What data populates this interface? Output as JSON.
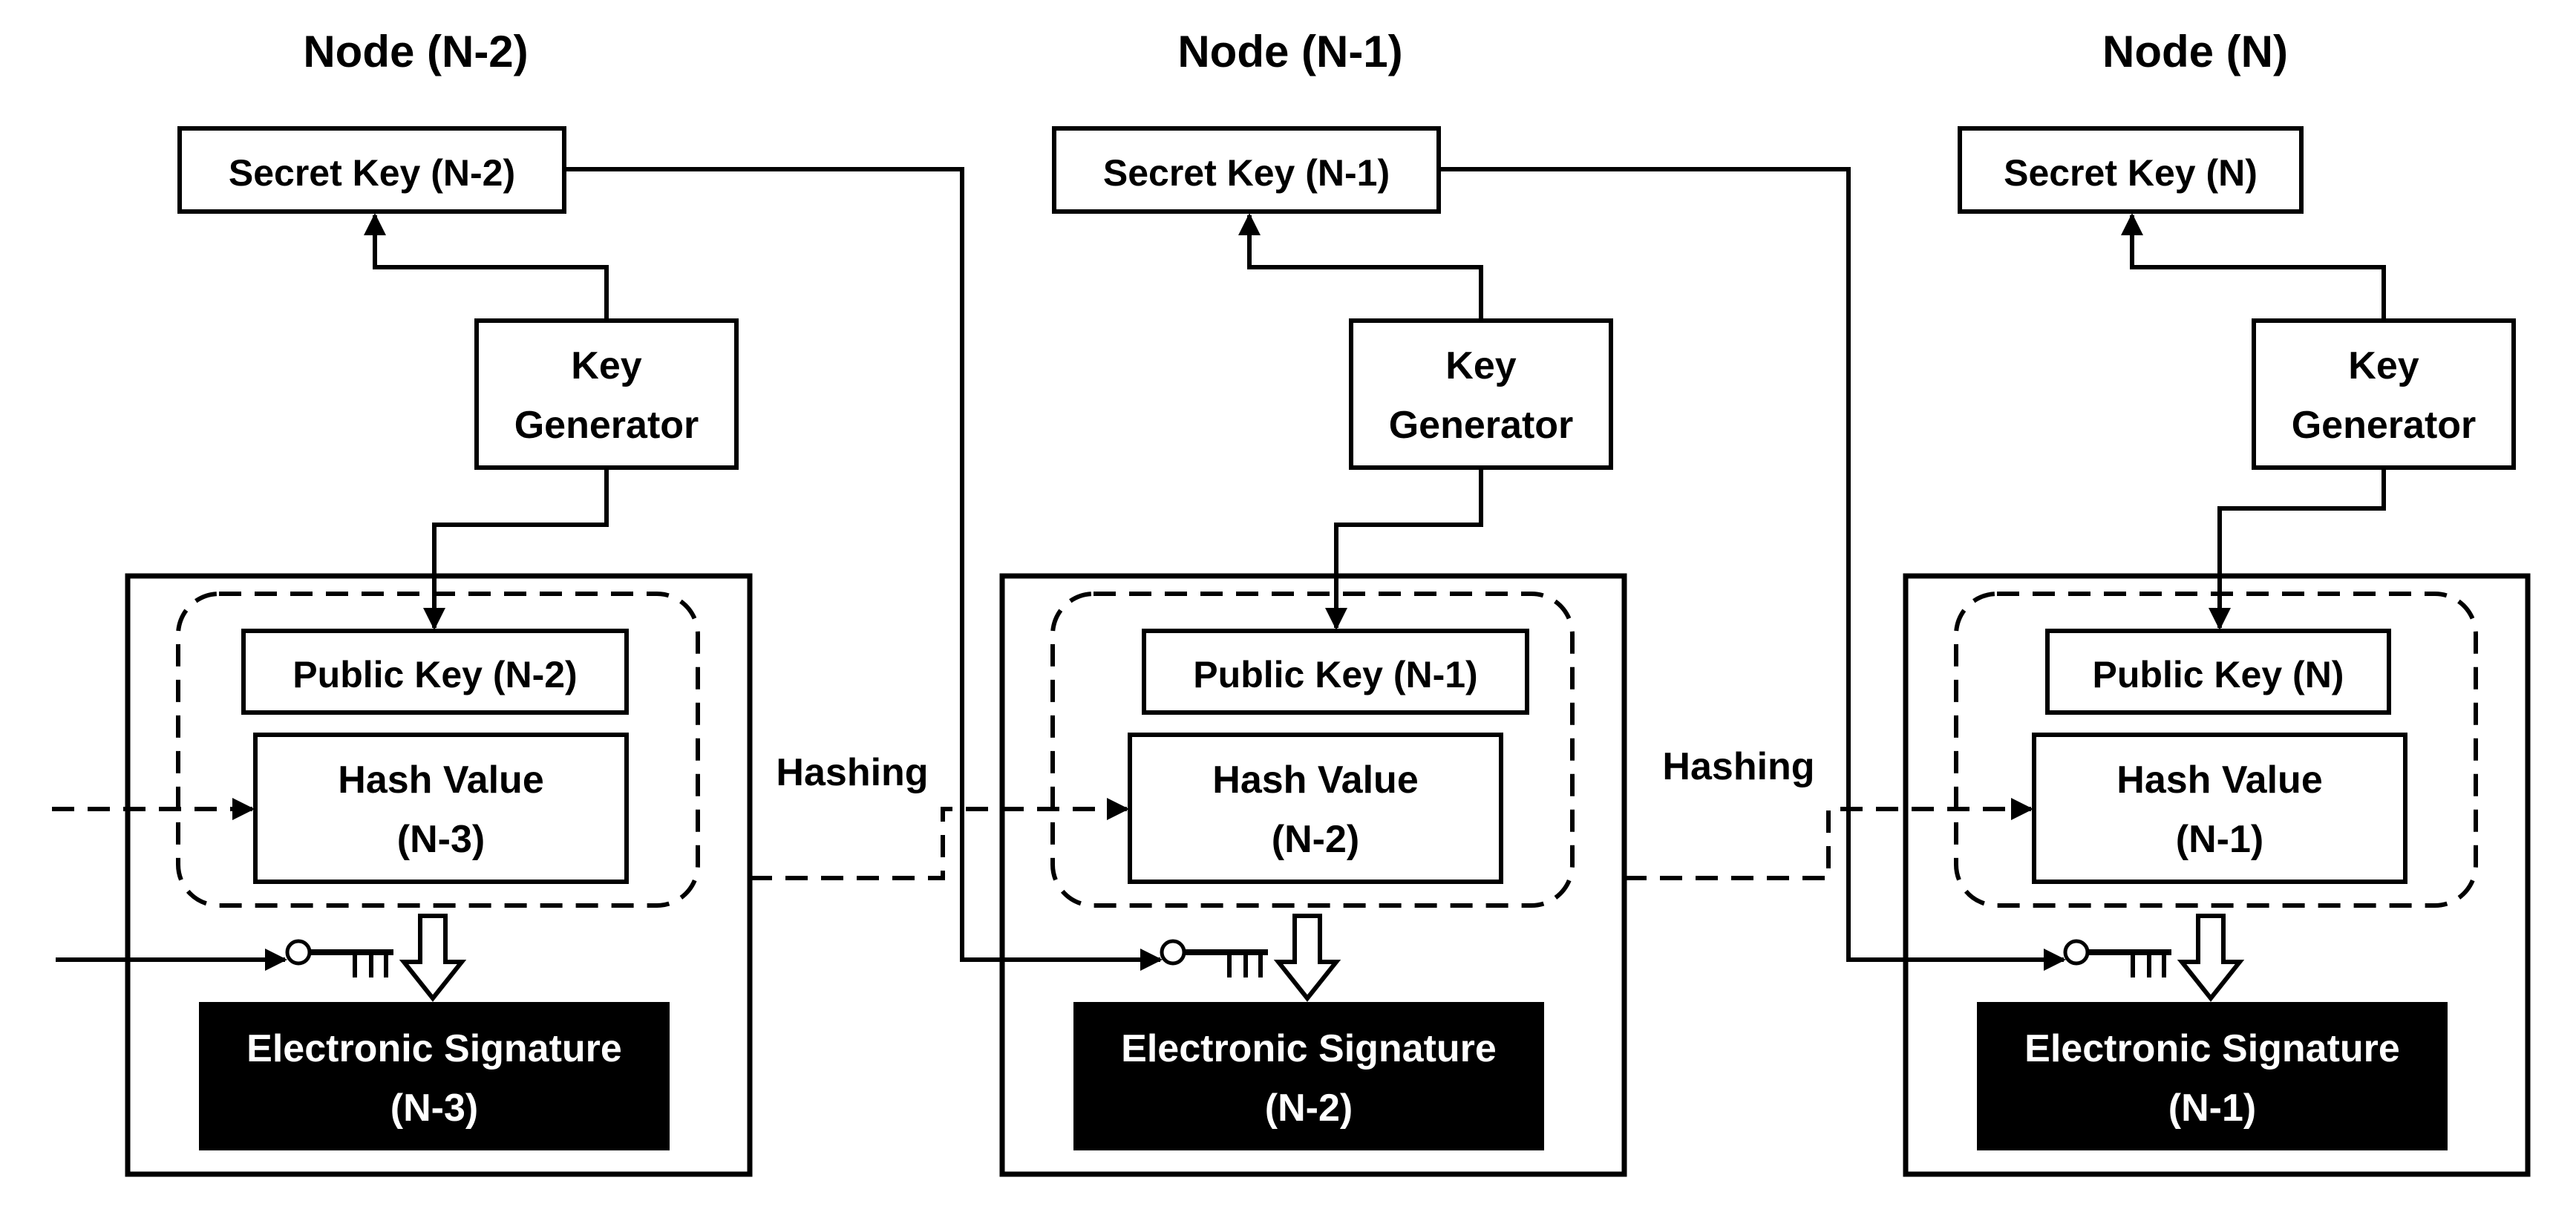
{
  "colors": {
    "line": "#000000",
    "background": "#ffffff",
    "signature_fill": "#000000",
    "signature_text": "#ffffff"
  },
  "nodes": [
    {
      "title": "Node (N-2)",
      "secret_key": "Secret Key (N-2)",
      "key_generator": [
        "Key",
        "Generator"
      ],
      "public_key": "Public Key (N-2)",
      "hash_value": [
        "Hash Value",
        "(N-3)"
      ],
      "signature": [
        "Electronic Signature",
        "(N-3)"
      ]
    },
    {
      "title": "Node (N-1)",
      "secret_key": "Secret Key (N-1)",
      "key_generator": [
        "Key",
        "Generator"
      ],
      "public_key": "Public Key (N-1)",
      "hash_value": [
        "Hash Value",
        "(N-2)"
      ],
      "signature": [
        "Electronic Signature",
        "(N-2)"
      ]
    },
    {
      "title": "Node (N)",
      "secret_key": "Secret Key (N)",
      "key_generator": [
        "Key",
        "Generator"
      ],
      "public_key": "Public Key (N)",
      "hash_value": [
        "Hash Value",
        "(N-1)"
      ],
      "signature": [
        "Electronic Signature",
        "(N-1)"
      ]
    }
  ],
  "links": [
    {
      "label": "Hashing"
    },
    {
      "label": "Hashing"
    }
  ],
  "icons": {
    "key": "key-icon",
    "down_arrow": "hollow-down-arrow-icon"
  }
}
